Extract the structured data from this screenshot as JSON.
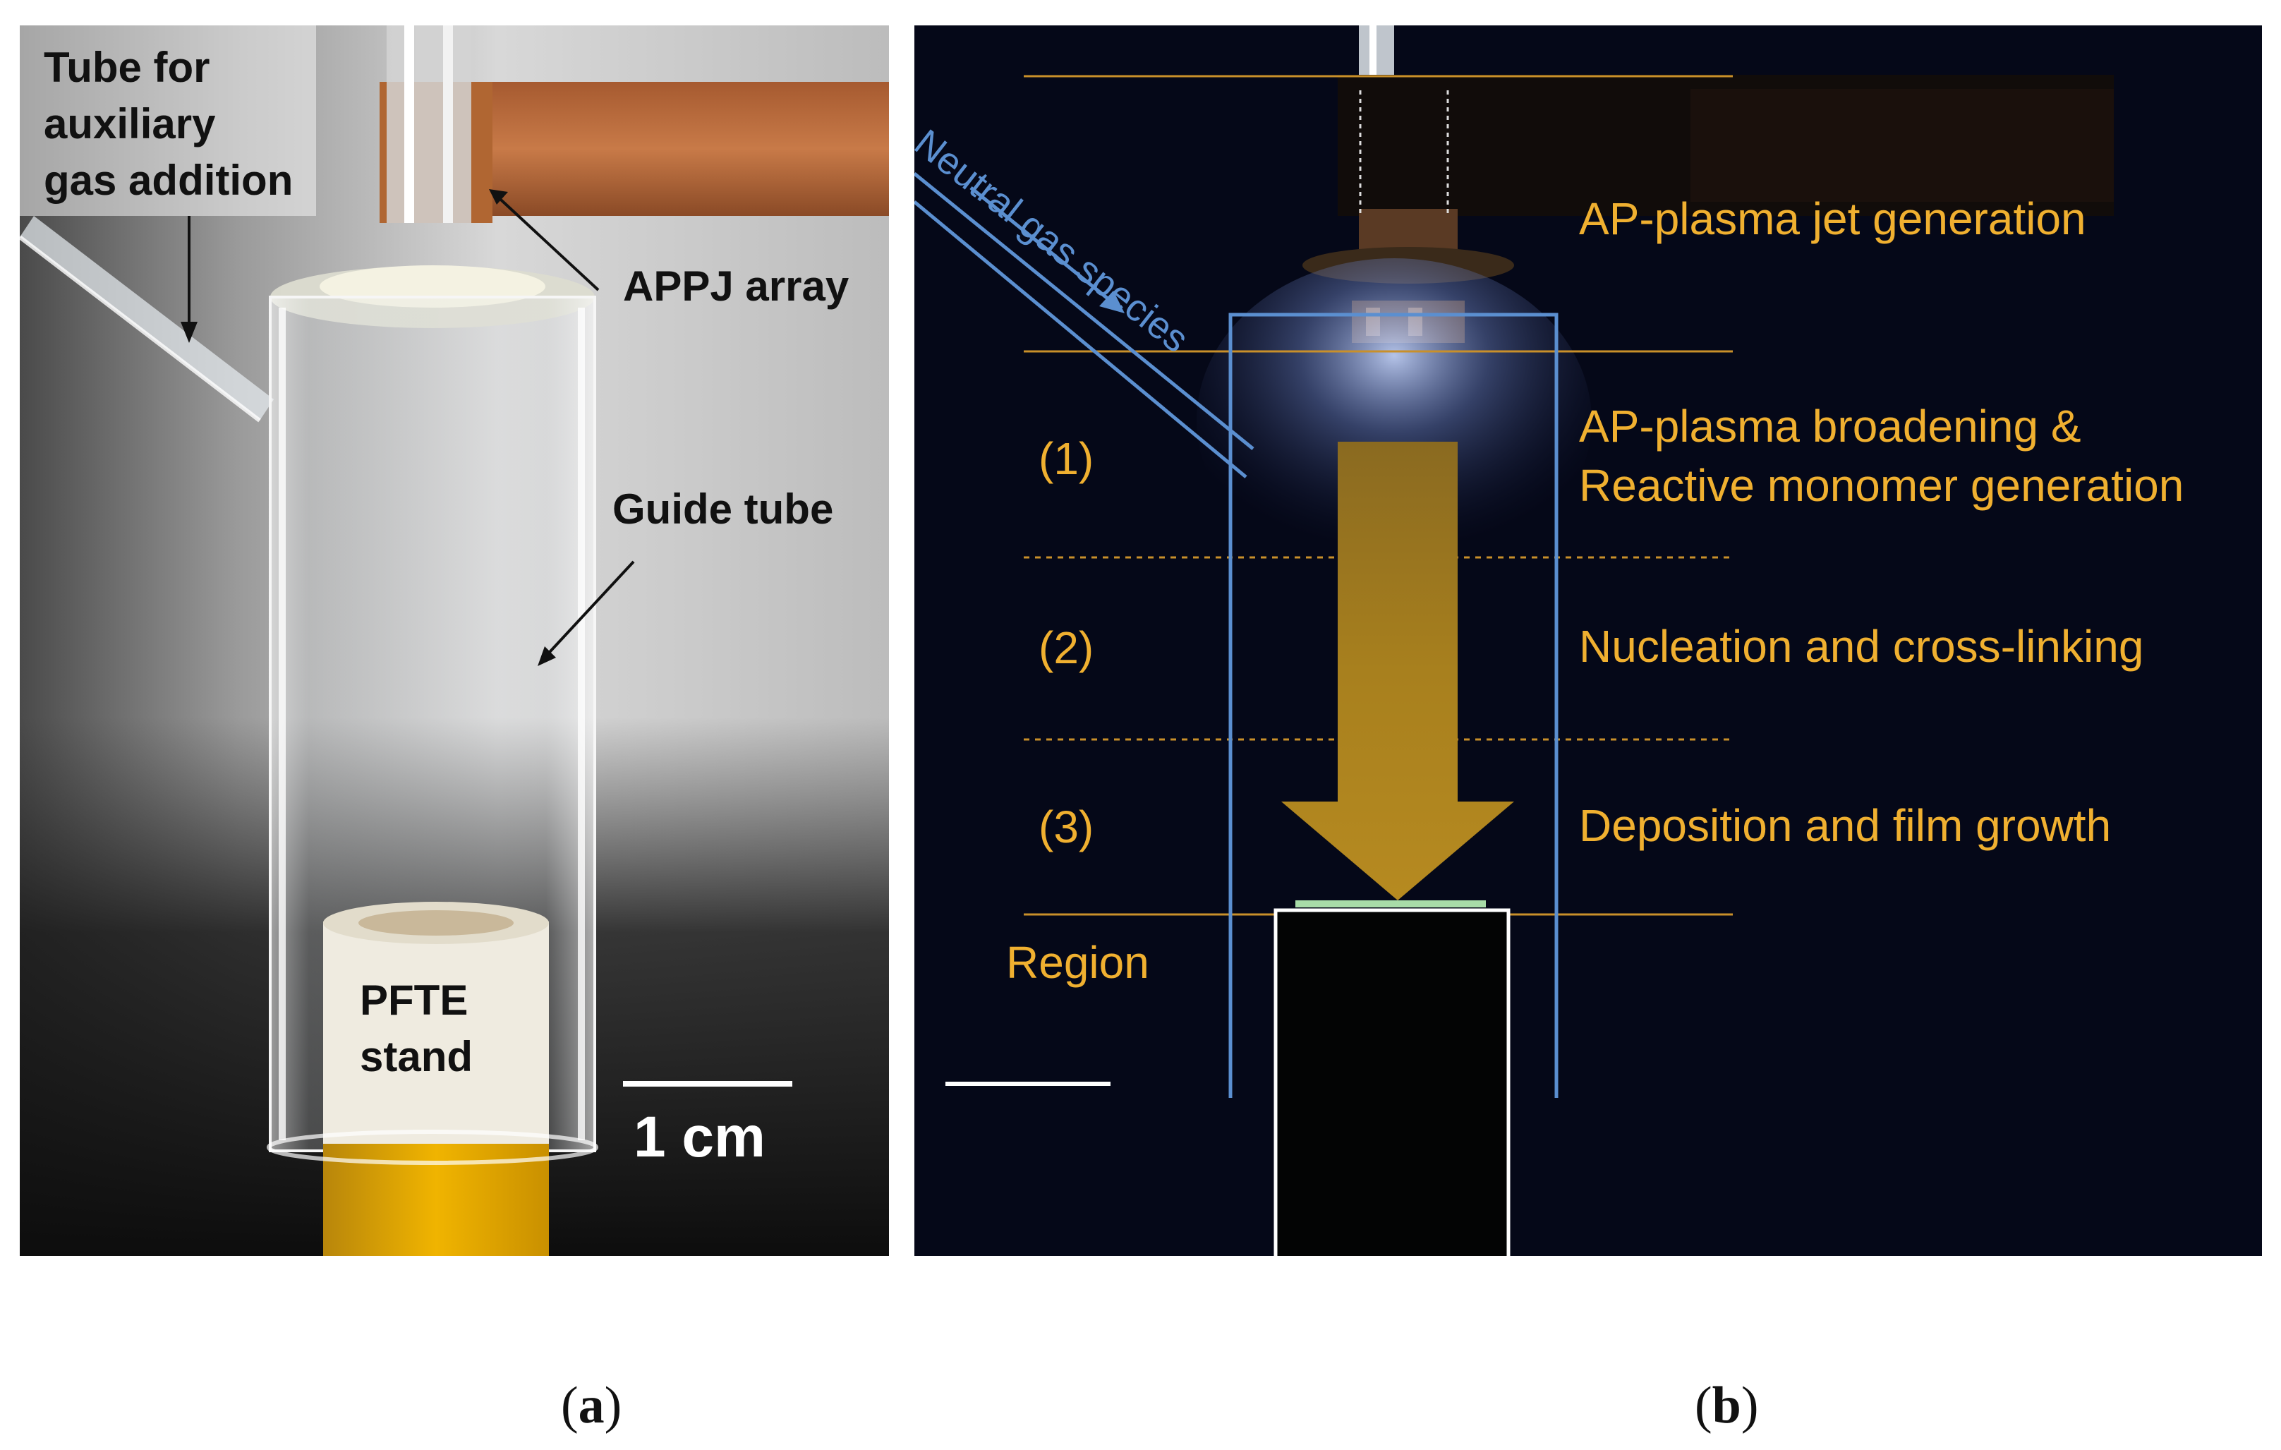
{
  "panel_a": {
    "labels": {
      "aux_tube": [
        "Tube for",
        "auxiliary",
        "gas addition"
      ],
      "appj": "APPJ array",
      "guide": "Guide tube",
      "stand": [
        "PFTE",
        "stand"
      ],
      "scale": "1 cm"
    }
  },
  "panel_b": {
    "gas": "Neutral gas species",
    "stages": {
      "jet": "AP-plasma jet generation",
      "broadening_1": "AP-plasma broadening &",
      "broadening_2": "Reactive monomer generation",
      "nucleation": "Nucleation and cross-linking",
      "deposition": "Deposition and film growth"
    },
    "regions": [
      "(1)",
      "(2)",
      "(3)"
    ],
    "region_label": "Region"
  },
  "captions": {
    "a": "a",
    "b": "b"
  },
  "colors": {
    "label_orange": "#f0b030",
    "guide_blue": "#5b8fd0",
    "arrow_gold": "#a8801e",
    "background_dark": "#050818"
  }
}
